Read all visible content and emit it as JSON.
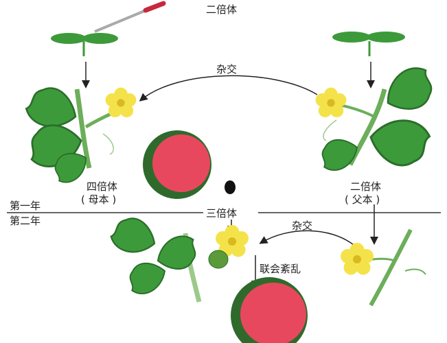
{
  "labels": {
    "top_diploid": "二倍体",
    "cross_top": "杂交",
    "tetraploid": "四倍体",
    "mother": "( 母本 )",
    "diploid_right": "二倍体",
    "father": "( 父本 )",
    "year_one": "第一年",
    "year_two": "第二年",
    "triploid": "三倍体",
    "cross_bottom": "杂交",
    "synapsis_disorder": "联会紊乱"
  },
  "colors": {
    "leaf": "#3d9a3a",
    "leaf_dark": "#2a6e2a",
    "flower": "#f4e24a",
    "melon_flesh": "#e8485e",
    "melon_rind": "#2f6a2c",
    "line": "#333333"
  }
}
